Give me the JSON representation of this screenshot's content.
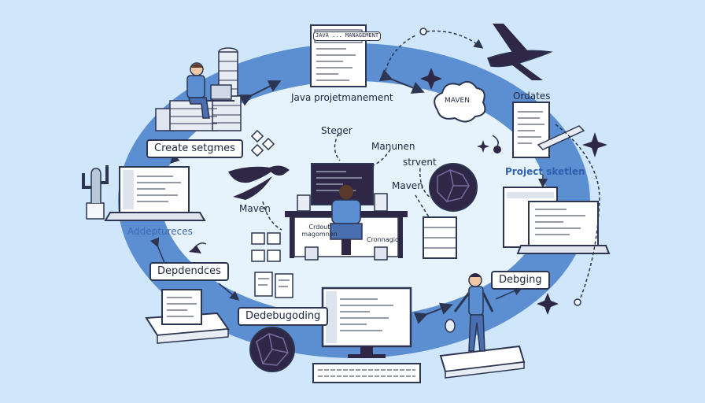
{
  "labels": {
    "top_doc": "JAVA ... MANAGEMENT",
    "ring_top": "Java projetmanement",
    "cloud": "MAVEN",
    "ordates": "Ordates",
    "create": "Create setgmes",
    "steger": "Steger",
    "manunen": "Manunen",
    "strvent": "strvent",
    "maven_right": "Maven",
    "maven_left": "Maven",
    "project": "Project sketlen",
    "adde": "Addeptureces",
    "desk_left": "Crdout magomnen",
    "desk_right": "Cronnagion",
    "depend": "Depdendces",
    "debug_right": "Debging",
    "dedebug": "Dedebugoding"
  },
  "colors": {
    "background": "#cfe6fb",
    "ring": "#5b8fd1",
    "inner": "#e6f3fd",
    "outline": "#2c3552",
    "dark": "#2e2745",
    "accent_blue": "#2f5fb0"
  }
}
